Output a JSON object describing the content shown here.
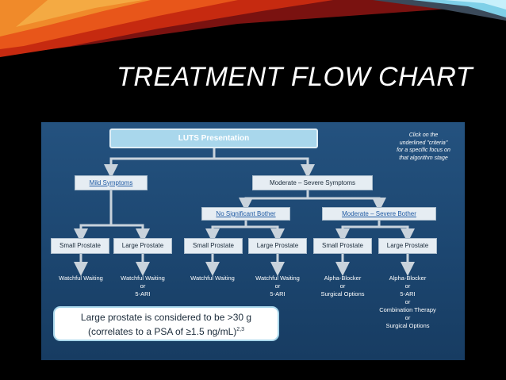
{
  "title": "TREATMENT FLOW CHART",
  "root": "LUTS Presentation",
  "note_lines": [
    "Click on the",
    "underlined \"criteria\"",
    "for a specific focus on",
    "that algorithm stage"
  ],
  "level1": {
    "mild": "Mild Symptoms",
    "moderate": "Moderate – Severe Symptoms"
  },
  "level2": {
    "no_bother": "No Significant Bother",
    "bother": "Moderate – Severe Bother"
  },
  "prostate": {
    "small": "Small Prostate",
    "large": "Large Prostate"
  },
  "outcomes": {
    "mild_small": [
      "Watchful Waiting"
    ],
    "mild_large": [
      "Watchful Waiting",
      "or",
      "5-ARI"
    ],
    "nobother_small": [
      "Watchful Waiting"
    ],
    "nobother_large": [
      "Watchful Waiting",
      "or",
      "5-ARI"
    ],
    "bother_small": [
      "Alpha-Blocker",
      "or",
      "Surgical Options"
    ],
    "bother_large": [
      "Alpha-Blocker",
      "or",
      "5-ARI",
      "or",
      "Combination Therapy",
      "or",
      "Surgical Options"
    ]
  },
  "footer": {
    "line1": "Large prostate is considered to be >30 g",
    "line2": "(correlates to a PSA of ≥1.5 ng/mL)",
    "refs": "2,3"
  }
}
